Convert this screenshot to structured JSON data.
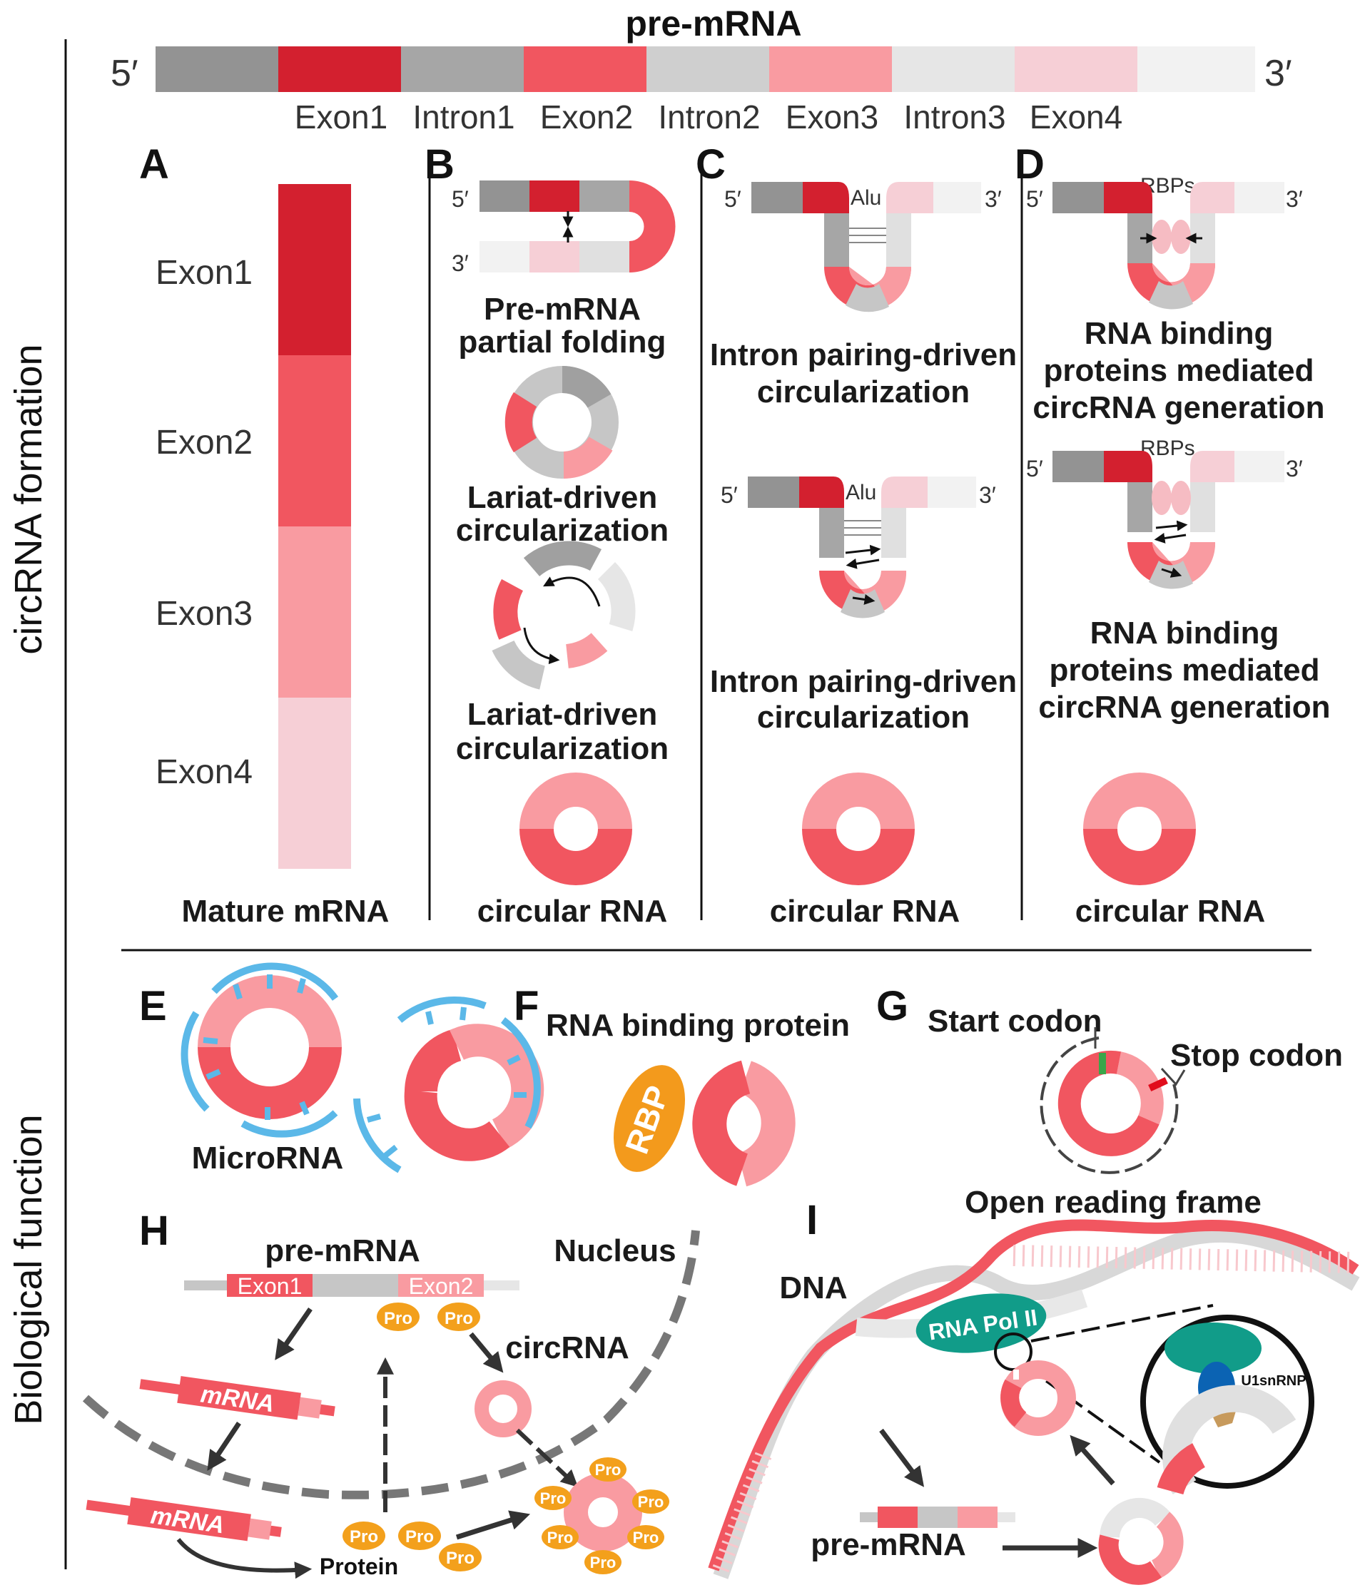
{
  "top": {
    "title": "pre-mRNA",
    "five_prime": "5′",
    "three_prime": "3′",
    "segments": [
      "Exon1",
      "Intron1",
      "Exon2",
      "Intron2",
      "Exon3",
      "Intron3",
      "Exon4"
    ]
  },
  "side_labels": {
    "formation": "circRNA formation",
    "function": "Biological function"
  },
  "colors": {
    "exon1": "#d3202f",
    "exon2": "#f15660",
    "exon3": "#f99ba1",
    "exon4": "#f6cfd6",
    "intron1": "#939393",
    "intron2": "#c6c6c6",
    "intron3": "#e5e5e5",
    "intron4": "#f2f2f2",
    "microrna": "#5bb8e8",
    "rbp": "#f39a1c",
    "polii": "#119c89",
    "u1": "#0b63b3"
  },
  "panelA": {
    "letter": "A",
    "exons": [
      "Exon1",
      "Exon2",
      "Exon3",
      "Exon4"
    ],
    "caption": "Mature mRNA"
  },
  "panelB": {
    "letter": "B",
    "five_prime": "5′",
    "three_prime": "3′",
    "cap1a": "Pre-mRNA",
    "cap1b": "partial folding",
    "cap2a": "Lariat-driven",
    "cap2b": "circularization",
    "cap3a": "Lariat-driven",
    "cap3b": "circularization",
    "caption": "circular RNA"
  },
  "panelC": {
    "letter": "C",
    "five_prime": "5′",
    "three_prime": "3′",
    "alu": "Alu",
    "cap1a": "Intron pairing-driven",
    "cap1b": "circularization",
    "cap2a": "Intron pairing-driven",
    "cap2b": "circularization",
    "caption": "circular RNA"
  },
  "panelD": {
    "letter": "D",
    "five_prime": "5′",
    "three_prime": "3′",
    "rbps": "RBPs",
    "cap1a": "RNA binding",
    "cap1b": "proteins mediated",
    "cap1c": "circRNA generation",
    "cap2a": "RNA binding",
    "cap2b": "proteins mediated",
    "cap2c": "circRNA generation",
    "caption": "circular RNA"
  },
  "panelE": {
    "letter": "E",
    "label": "MicroRNA"
  },
  "panelF": {
    "letter": "F",
    "label": "RNA binding protein",
    "rbp": "RBP"
  },
  "panelG": {
    "letter": "G",
    "start": "Start codon",
    "stop": "Stop codon",
    "orf": "Open reading frame"
  },
  "panelH": {
    "letter": "H",
    "premrna": "pre-mRNA",
    "nucleus": "Nucleus",
    "exon1": "Exon1",
    "exon2": "Exon2",
    "circrna": "circRNA",
    "mrna": "mRNA",
    "protein": "Protein",
    "pro": "Pro"
  },
  "panelI": {
    "letter": "I",
    "dna": "DNA",
    "polii": "RNA Pol II",
    "u1": "U1snRNP",
    "premrna": "pre-mRNA"
  }
}
